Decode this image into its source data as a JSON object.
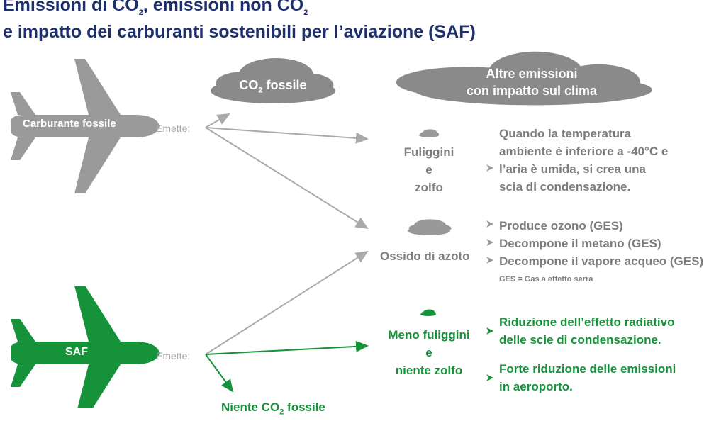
{
  "title": {
    "line1_a": "Emissioni di CO",
    "line1_sub1": "2",
    "line1_b": ", emissioni non CO",
    "line1_sub2": "2",
    "line2": "e impatto dei carburanti sostenibili per l’aviazione (SAF)"
  },
  "planes": {
    "fossil_label": "Carburante fossile",
    "saf_label": "SAF",
    "emits": "Emette:"
  },
  "clouds": {
    "co2_a": "CO",
    "co2_sub": "2",
    "co2_b": " fossile",
    "other_line1": "Altre emissioni",
    "other_line2": "con impatto sul clima"
  },
  "fossil": {
    "soot": [
      "Fuliggini",
      "e",
      "zolfo"
    ],
    "soot_effect": [
      "Quando la temperatura",
      "ambiente è inferiore a -40°C e",
      "l’aria è umida, si crea una",
      "scia di condensazione."
    ],
    "nox": "Ossido di azoto",
    "nox_effects": [
      "Produce ozono (GES)",
      "Decompone il metano (GES)",
      "Decompone il vapore acqueo (GES)"
    ],
    "footnote": "GES = Gas a effetto serra"
  },
  "saf": {
    "soot": [
      "Meno fuliggini",
      "e",
      "niente zolfo"
    ],
    "effects": [
      [
        "Riduzione dell’effetto radiativo",
        "delle scie di condensazione."
      ],
      [
        "Forte riduzione delle emissioni",
        "in aeroporto."
      ]
    ],
    "no_co2_a": "Niente CO",
    "no_co2_sub": "2",
    "no_co2_b": " fossile"
  },
  "colors": {
    "title": "#1e2f6e",
    "gray": "#8f8f8f",
    "green": "#15923a"
  }
}
